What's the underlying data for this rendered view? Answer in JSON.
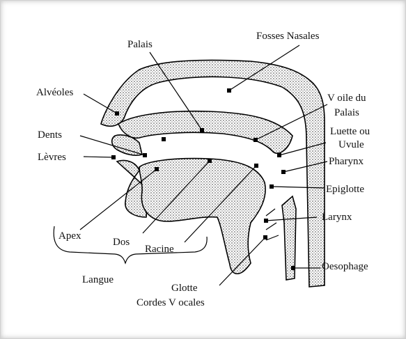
{
  "labels": {
    "fosses_nasales": "Fosses Nasales",
    "palais": "Palais",
    "alveoles": "Alvéoles",
    "voile_du": "V oile du",
    "palais2": "Palais",
    "dents": "Dents",
    "luette_ou": "Luette ou",
    "uvule": "Uvule",
    "levres": "Lèvres",
    "pharynx": "Pharynx",
    "epiglotte": "Epiglotte",
    "larynx": "Larynx",
    "apex": "Apex",
    "dos": "Dos",
    "racine": "Racine",
    "oesophage": "Oesophage",
    "langue": "Langue",
    "glotte": "Glotte",
    "cordes_vocales": "Cordes V ocales"
  }
}
